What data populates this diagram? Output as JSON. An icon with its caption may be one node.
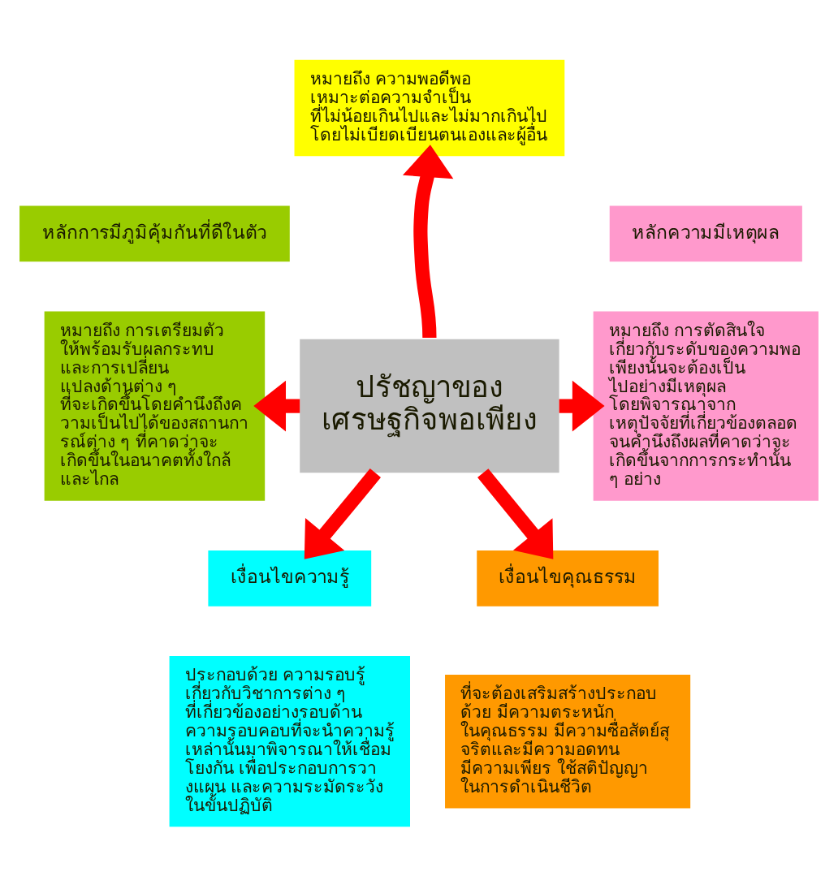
{
  "diagram": {
    "nodes": [
      {
        "text": [
          "หมายถึง ความพอดีพอเหมาะต่อความจำเป็น ที่ไม่น้อยเกินไปและไม่มากเกินไปโดยไม่เบียดเบียนตนเองและผู้อื่น"
        ]
      },
      {
        "text": [
          "หลักการมีภูมิคุ้มกันที่ดีในตัว"
        ]
      },
      {
        "text": [
          "หลักความมีเหตุผล"
        ]
      },
      {
        "text": [
          "หมายถึง การเตรียมตัวให้พร้อมรับผลกระทบและการเปลี่ยนแปลงด้านต่าง ๆ ที่จะเกิดขึ้นโดยคำนึงถึงความเป็นไปได้ของสถานการณ์ต่าง ๆ ที่คาดว่าจะเกิดขึ้นในอนาคตทั้งใกล้และไกล"
        ]
      },
      {
        "text": [
          "ปรัชญาของเศรษฐกิจพอเพียง"
        ]
      },
      {
        "text": [
          "หมายถึง การตัดสินใจเกี่ยวกับระดับของความพอเพียงนั้นจะต้องเป็นไปอย่างมีเหตุผลโดยพิจารณาจากเหตุปัจจัยที่เกี่ยวข้องตลอดจนคำนึงถึงผลที่คาดว่าจะเกิดขึ้นจากการกระทำนั้น ๆ อย่าง"
        ]
      },
      {
        "text": [
          "เงื่อนไขความรู้"
        ]
      },
      {
        "text": [
          "ประกอบด้วย ความรอบรู้เกี่ยวกับวิชาการต่าง ๆ ที่เกี่ยวข้องอย่างรอบด้าน ความรอบคอบที่จะนำความรู้เหล่านั้นมาพิจารณาให้เชื่อมโยงกัน เพื่อประกอบการวางแผน และความระมัดระวังในขั้นปฏิบัติ"
        ]
      },
      {
        "text": [
          "เงื่อนไขคุณธรรม"
        ]
      },
      {
        "text": [
          "ที่จะต้องเสริมสร้างประกอบด้วย มีความตระหนักในคุณธรรม มีความซื่อสัตย์สุจริตและมีความอดทน มีความเพียร ใช้สติปัญญาในการดำเนินชีวิต"
        ]
      }
    ],
    "edges": [
      {
        "from": 4,
        "to": 0,
        "arrow": "to",
        "color": "#ff0000"
      },
      {
        "from": 4,
        "to": 3,
        "arrow": "to",
        "color": "#ff0000"
      },
      {
        "from": 4,
        "to": 5,
        "arrow": "to",
        "color": "#ff0000"
      },
      {
        "from": 4,
        "to": 6,
        "arrow": "to",
        "color": "#ff0000"
      },
      {
        "from": 4,
        "to": 8,
        "arrow": "to",
        "color": "#ff0000"
      }
    ]
  }
}
